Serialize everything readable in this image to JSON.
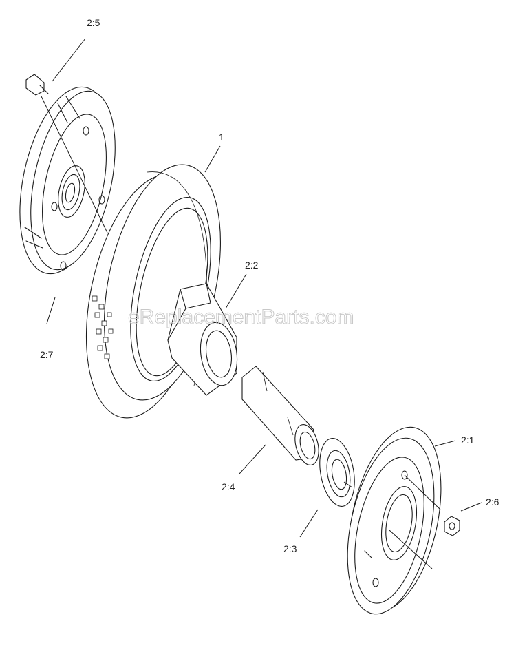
{
  "watermark": "eReplacementParts.com",
  "callouts": {
    "part_1": "1",
    "part_2_1": "2:1",
    "part_2_2": "2:2",
    "part_2_3": "2:3",
    "part_2_4": "2:4",
    "part_2_5": "2:5",
    "part_2_6": "2:6",
    "part_2_7": "2:7"
  }
}
